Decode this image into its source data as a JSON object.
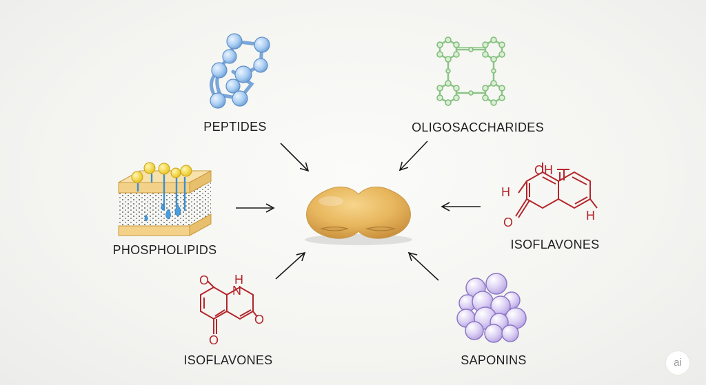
{
  "labels": {
    "peptides": "PEPTIDES",
    "oligosaccharides": "OLIGOSACCHARIDES",
    "phospholipids": "PHOSPHOLIPIDS",
    "isoflavones_right": "ISOFLAVONES",
    "isoflavones_left": "ISOFLAVONES",
    "saponins": "SAPONINS"
  },
  "chem": {
    "oh": "OH",
    "h": "H",
    "o": "O",
    "nh_h": "H",
    "nh_n": "N"
  },
  "badge": "ai",
  "colors": {
    "peptide": "#8fb8e6",
    "oligosaccharide": "#a8d6a2",
    "isoflavone": "#b3262b",
    "saponin": "#c9b8ea",
    "soybean": "#e9b860",
    "lipid_water": "#3a8fd0",
    "lipid_head": "#f0cf2a"
  }
}
